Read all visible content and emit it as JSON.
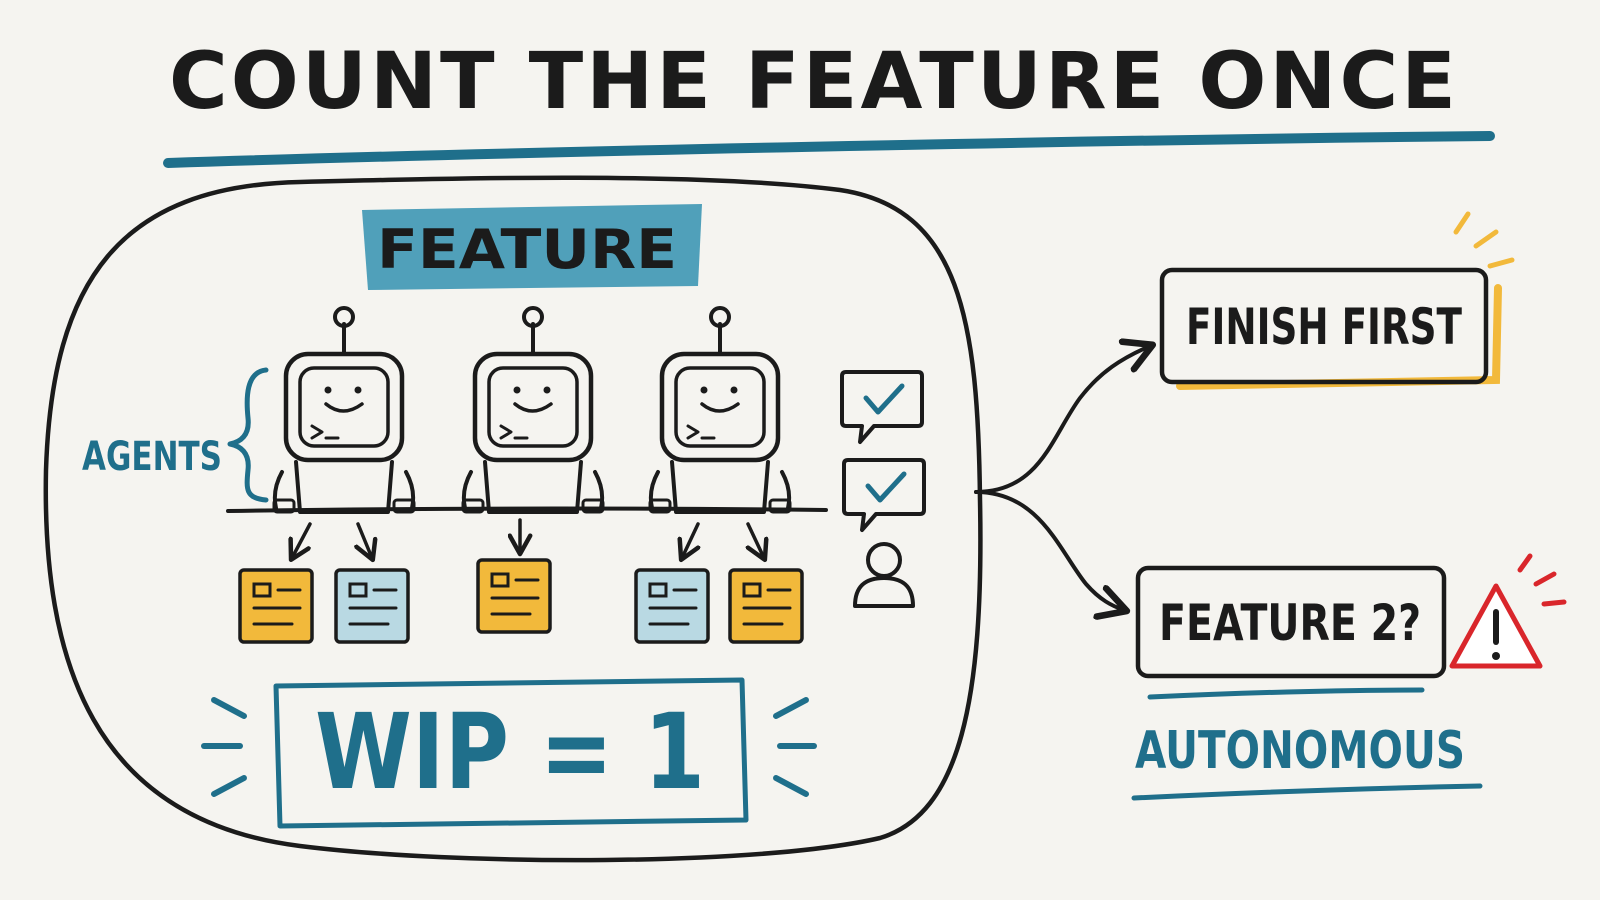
{
  "title": "COUNT THE FEATURE ONCE",
  "feature_label": "FEATURE",
  "agents_label": "AGENTS",
  "wip_label": "WIP = 1",
  "outcomes": {
    "finish_first": "FINISH FIRST",
    "feature_two": "FEATURE 2?",
    "autonomous": "AUTONOMOUS"
  },
  "colors": {
    "ink": "#1b1b1b",
    "teal": "#1f6f8b",
    "yellow": "#f2b93b",
    "blue": "#b9d9e3",
    "red": "#d9262b",
    "background": "#f5f4f0"
  }
}
